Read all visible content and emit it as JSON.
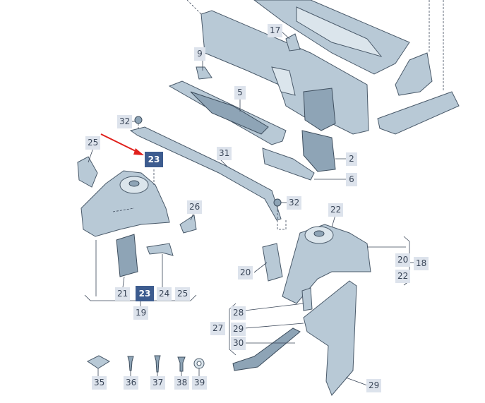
{
  "diagram": {
    "callouts": [
      {
        "id": "c17",
        "label": "17",
        "highlight": false
      },
      {
        "id": "c9",
        "label": "9",
        "highlight": false
      },
      {
        "id": "c5",
        "label": "5",
        "highlight": false
      },
      {
        "id": "c32a",
        "label": "32",
        "highlight": false
      },
      {
        "id": "c25a",
        "label": "25",
        "highlight": false
      },
      {
        "id": "c23a",
        "label": "23",
        "highlight": true
      },
      {
        "id": "c31",
        "label": "31",
        "highlight": false
      },
      {
        "id": "c2",
        "label": "2",
        "highlight": false
      },
      {
        "id": "c6",
        "label": "6",
        "highlight": false
      },
      {
        "id": "c32b",
        "label": "32",
        "highlight": false
      },
      {
        "id": "c26",
        "label": "26",
        "highlight": false
      },
      {
        "id": "c22a",
        "label": "22",
        "highlight": false
      },
      {
        "id": "c20a",
        "label": "20",
        "highlight": false
      },
      {
        "id": "c18",
        "label": "18",
        "highlight": false
      },
      {
        "id": "c22b",
        "label": "22",
        "highlight": false
      },
      {
        "id": "c20b",
        "label": "20",
        "highlight": false
      },
      {
        "id": "c21",
        "label": "21",
        "highlight": false
      },
      {
        "id": "c23b",
        "label": "23",
        "highlight": true
      },
      {
        "id": "c24",
        "label": "24",
        "highlight": false
      },
      {
        "id": "c25b",
        "label": "25",
        "highlight": false
      },
      {
        "id": "c19",
        "label": "19",
        "highlight": false
      },
      {
        "id": "c28",
        "label": "28",
        "highlight": false
      },
      {
        "id": "c27",
        "label": "27",
        "highlight": false
      },
      {
        "id": "c29a",
        "label": "29",
        "highlight": false
      },
      {
        "id": "c30",
        "label": "30",
        "highlight": false
      },
      {
        "id": "c35",
        "label": "35",
        "highlight": false
      },
      {
        "id": "c36",
        "label": "36",
        "highlight": false
      },
      {
        "id": "c37",
        "label": "37",
        "highlight": false
      },
      {
        "id": "c38",
        "label": "38",
        "highlight": false
      },
      {
        "id": "c39",
        "label": "39",
        "highlight": false
      },
      {
        "id": "c29b",
        "label": "29",
        "highlight": false
      }
    ],
    "colors": {
      "callout_bg": "#dde3ec",
      "callout_highlight_bg": "#3d5c8f",
      "part_fill": "#b8c9d6",
      "arrow": "#e0201c"
    }
  }
}
